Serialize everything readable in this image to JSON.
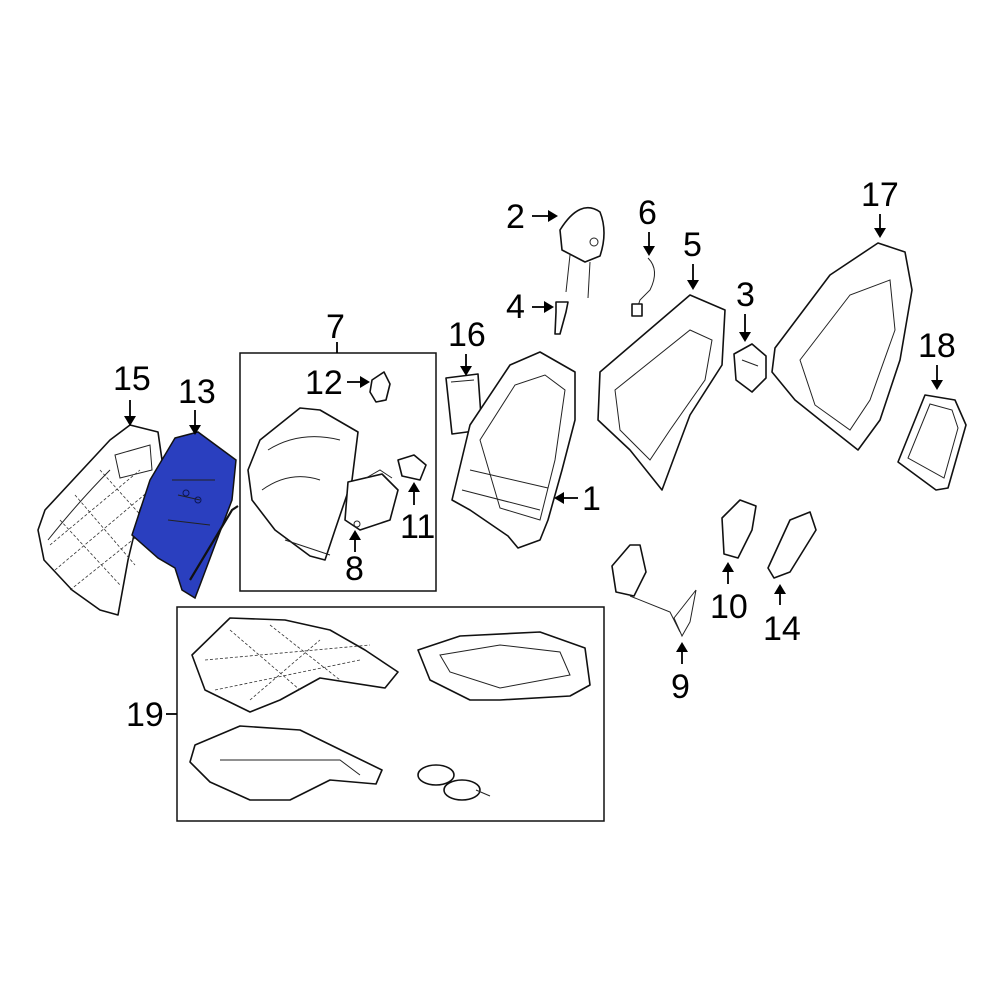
{
  "highlight_color": "#2a3fbf",
  "callouts": {
    "c1": "1",
    "c2": "2",
    "c3": "3",
    "c4": "4",
    "c5": "5",
    "c6": "6",
    "c7": "7",
    "c8": "8",
    "c9": "9",
    "c10": "10",
    "c11": "11",
    "c12": "12",
    "c13": "13",
    "c14": "14",
    "c15": "15",
    "c16": "16",
    "c17": "17",
    "c18": "18",
    "c19": "19"
  }
}
